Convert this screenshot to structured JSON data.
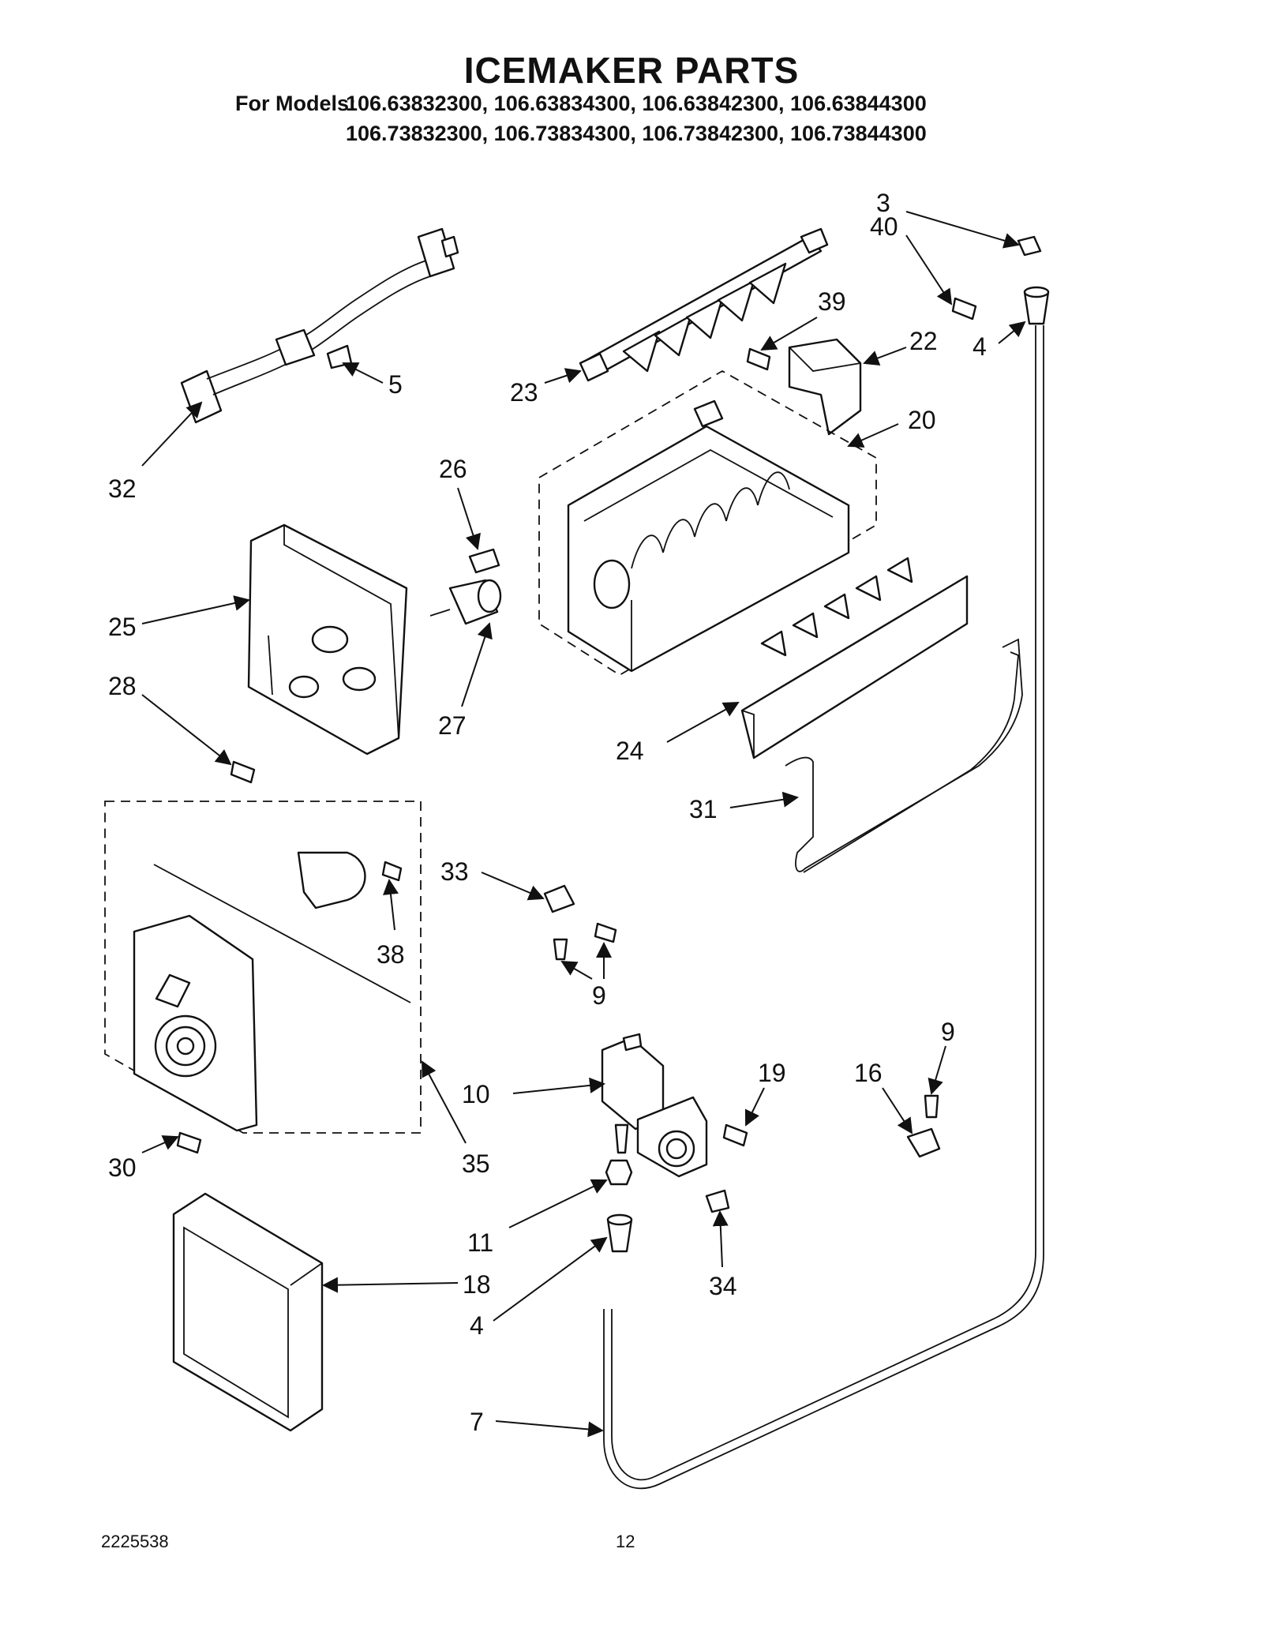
{
  "header": {
    "title": "ICEMAKER PARTS",
    "models_label": "For Models:",
    "models_line1": "106.63832300, 106.63834300, 106.63842300, 106.63844300",
    "models_line2": "106.73832300, 106.73834300, 106.73842300, 106.73844300"
  },
  "callouts": [
    "3",
    "40",
    "39",
    "22",
    "4",
    "23",
    "20",
    "5",
    "32",
    "26",
    "25",
    "27",
    "28",
    "24",
    "31",
    "33",
    "38",
    "9",
    "9",
    "10",
    "19",
    "16",
    "30",
    "35",
    "11",
    "34",
    "18",
    "4",
    "7"
  ],
  "footer": {
    "doc_number": "2225538",
    "page_number": "12"
  }
}
